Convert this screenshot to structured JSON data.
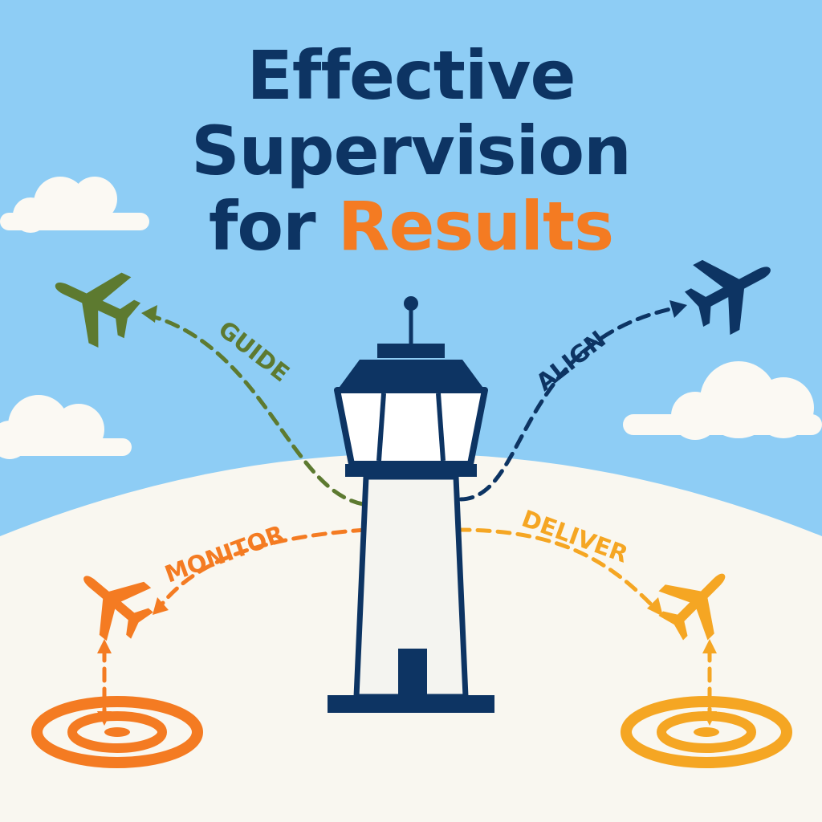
{
  "title": {
    "line1": "Effective",
    "line2": "Supervision",
    "line3_prefix": "for ",
    "line3_highlight": "Results"
  },
  "labels": {
    "guide": "GUIDE",
    "align": "ALIGN",
    "monitor": "MONITOR",
    "deliver": "DELIVER"
  },
  "colors": {
    "sky": "#8ecdf5",
    "ground": "#f9f7f0",
    "navy": "#0d3463",
    "orange": "#f47b22",
    "olive": "#5d7a30",
    "amber": "#f5a623",
    "cloud": "#fbf9f3"
  }
}
